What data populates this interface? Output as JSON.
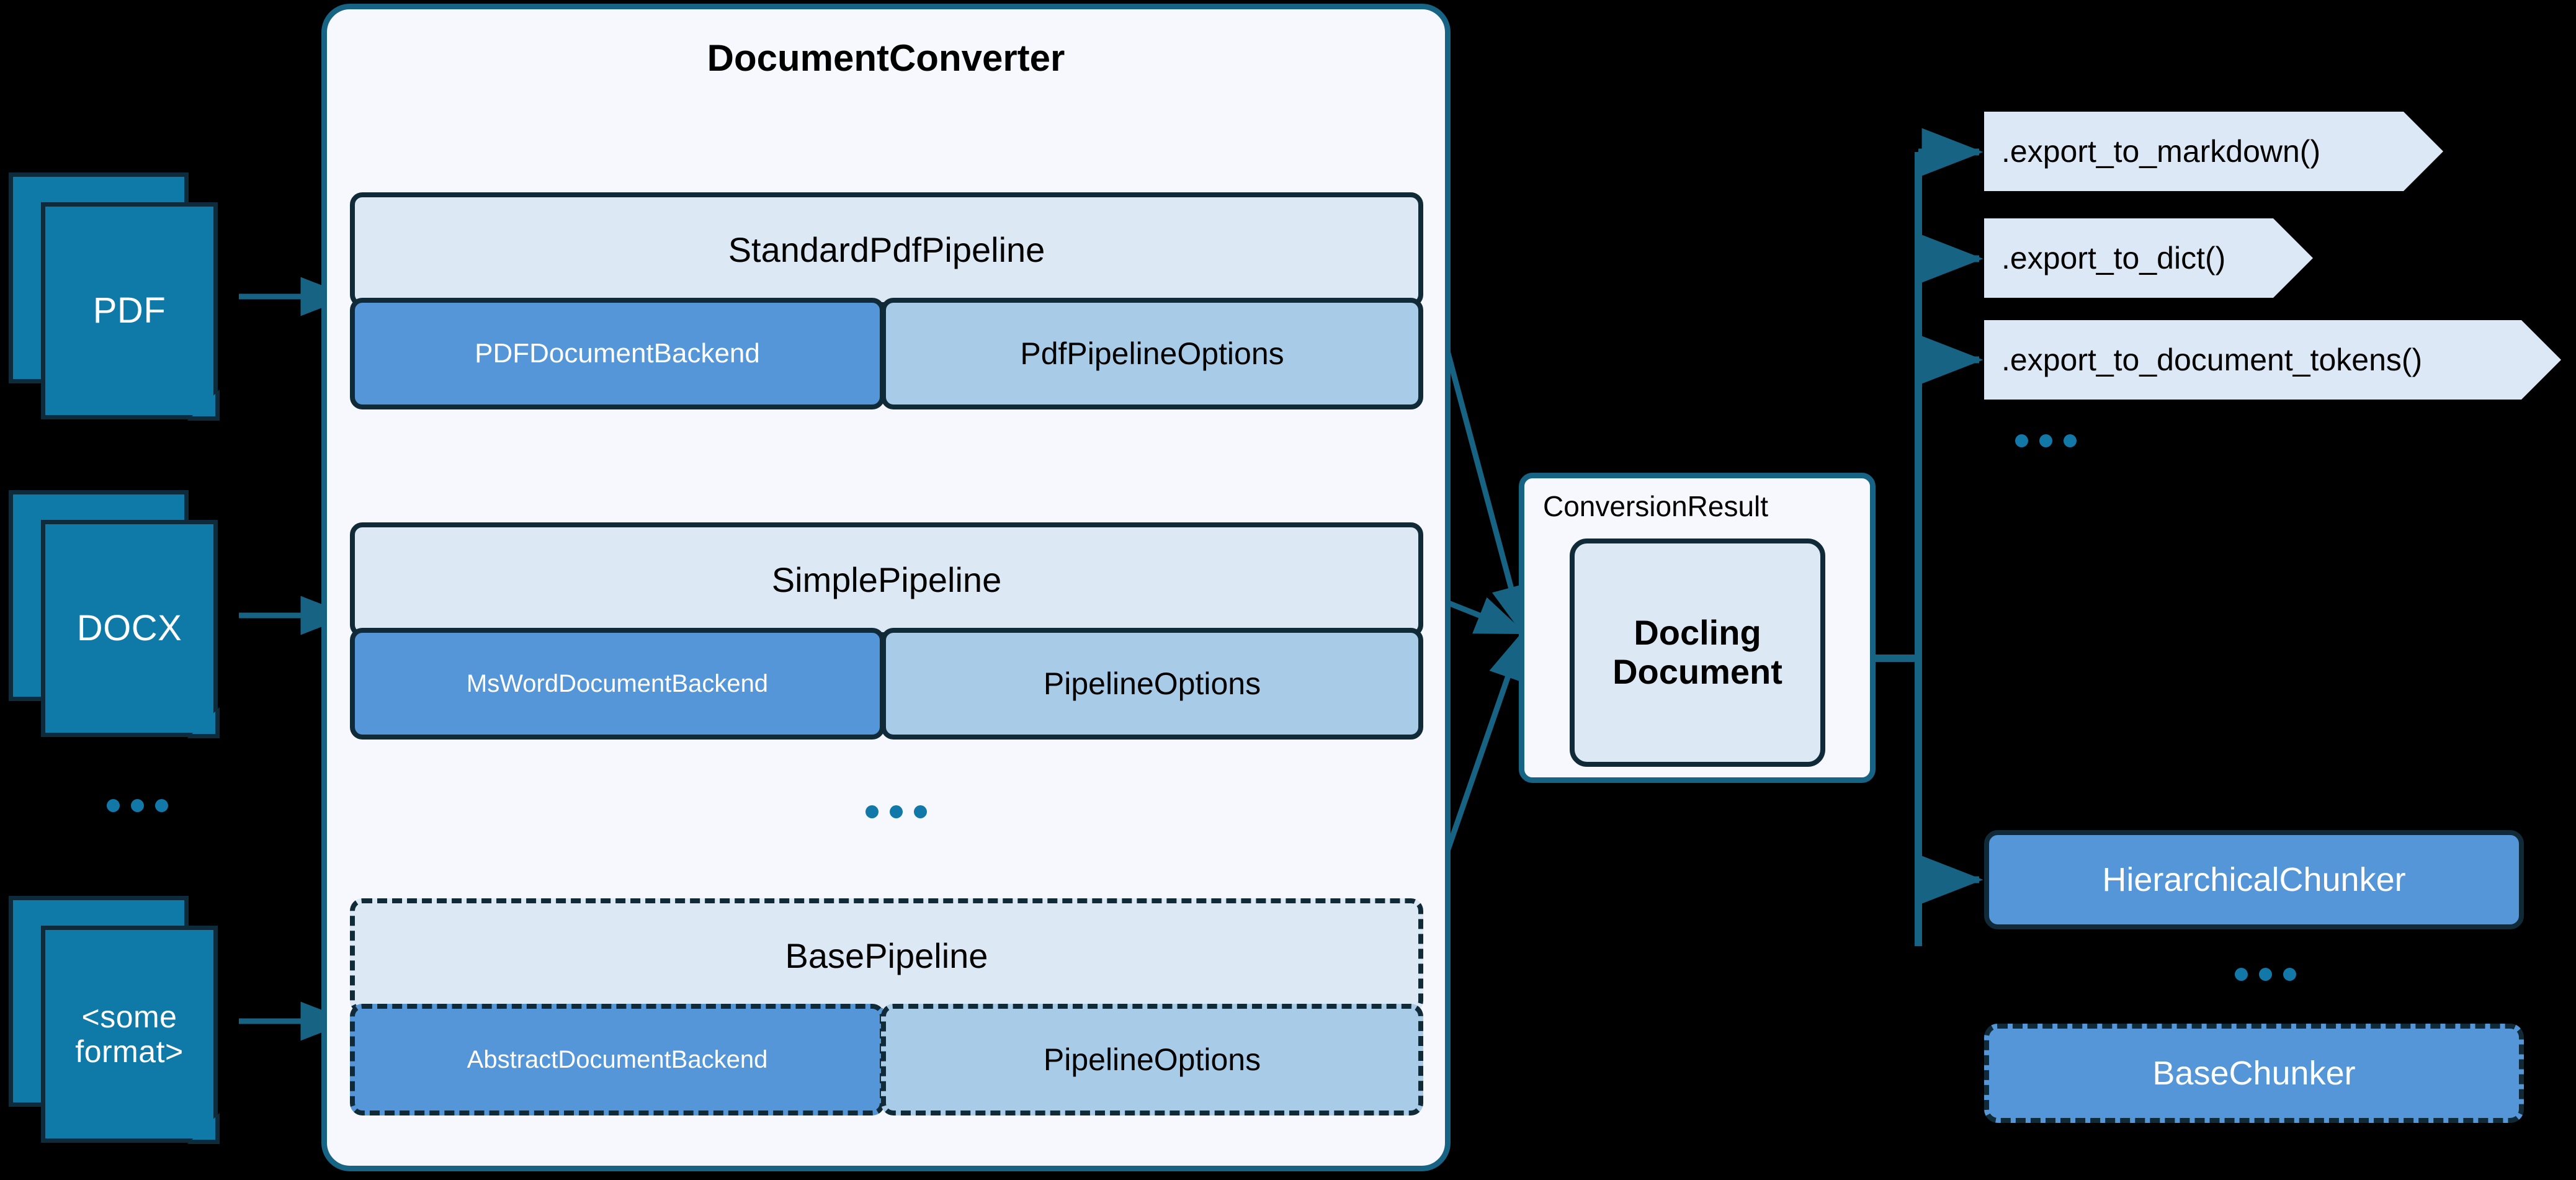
{
  "colors": {
    "background": "#000000",
    "container_fill": "#f6f8fd",
    "container_border": "#176384",
    "pipeline_fill": "#dce8f4",
    "backend_fill": "#5496d8",
    "options_fill": "#a8cbe8",
    "box_border": "#102a38",
    "doc_fill": "#0f7aa8",
    "arrow": "#176384",
    "dots": "#1278a8",
    "export_fill": "#dce8f5"
  },
  "inputs": [
    {
      "label": "PDF",
      "wrap": false
    },
    {
      "label": "DOCX",
      "wrap": false
    },
    {
      "label_line1": "<some",
      "label_line2": "format>",
      "wrap": true
    }
  ],
  "input_ellipsis": "...",
  "converter": {
    "title": "DocumentConverter",
    "between_ellipsis": "...",
    "pipelines": [
      {
        "name": "StandardPdfPipeline",
        "backend": "PDFDocumentBackend",
        "options": "PdfPipelineOptions",
        "dashed": false,
        "backend_small": false
      },
      {
        "name": "SimplePipeline",
        "backend": "MsWordDocumentBackend",
        "options": "PipelineOptions",
        "dashed": false,
        "backend_small": true
      },
      {
        "name": "BasePipeline",
        "backend": "AbstractDocumentBackend",
        "options": "PipelineOptions",
        "dashed": true,
        "backend_small": true
      }
    ]
  },
  "conversion_result": {
    "label": "ConversionResult",
    "document_line1": "Docling",
    "document_line2": "Document"
  },
  "exports": [
    {
      "label": ".export_to_markdown()"
    },
    {
      "label": ".export_to_dict()"
    },
    {
      "label": ".export_to_document_tokens()"
    }
  ],
  "exports_ellipsis": "...",
  "chunkers": [
    {
      "label": "HierarchicalChunker",
      "dashed": false
    },
    {
      "label": "BaseChunker",
      "dashed": true
    }
  ],
  "chunkers_ellipsis": "..."
}
